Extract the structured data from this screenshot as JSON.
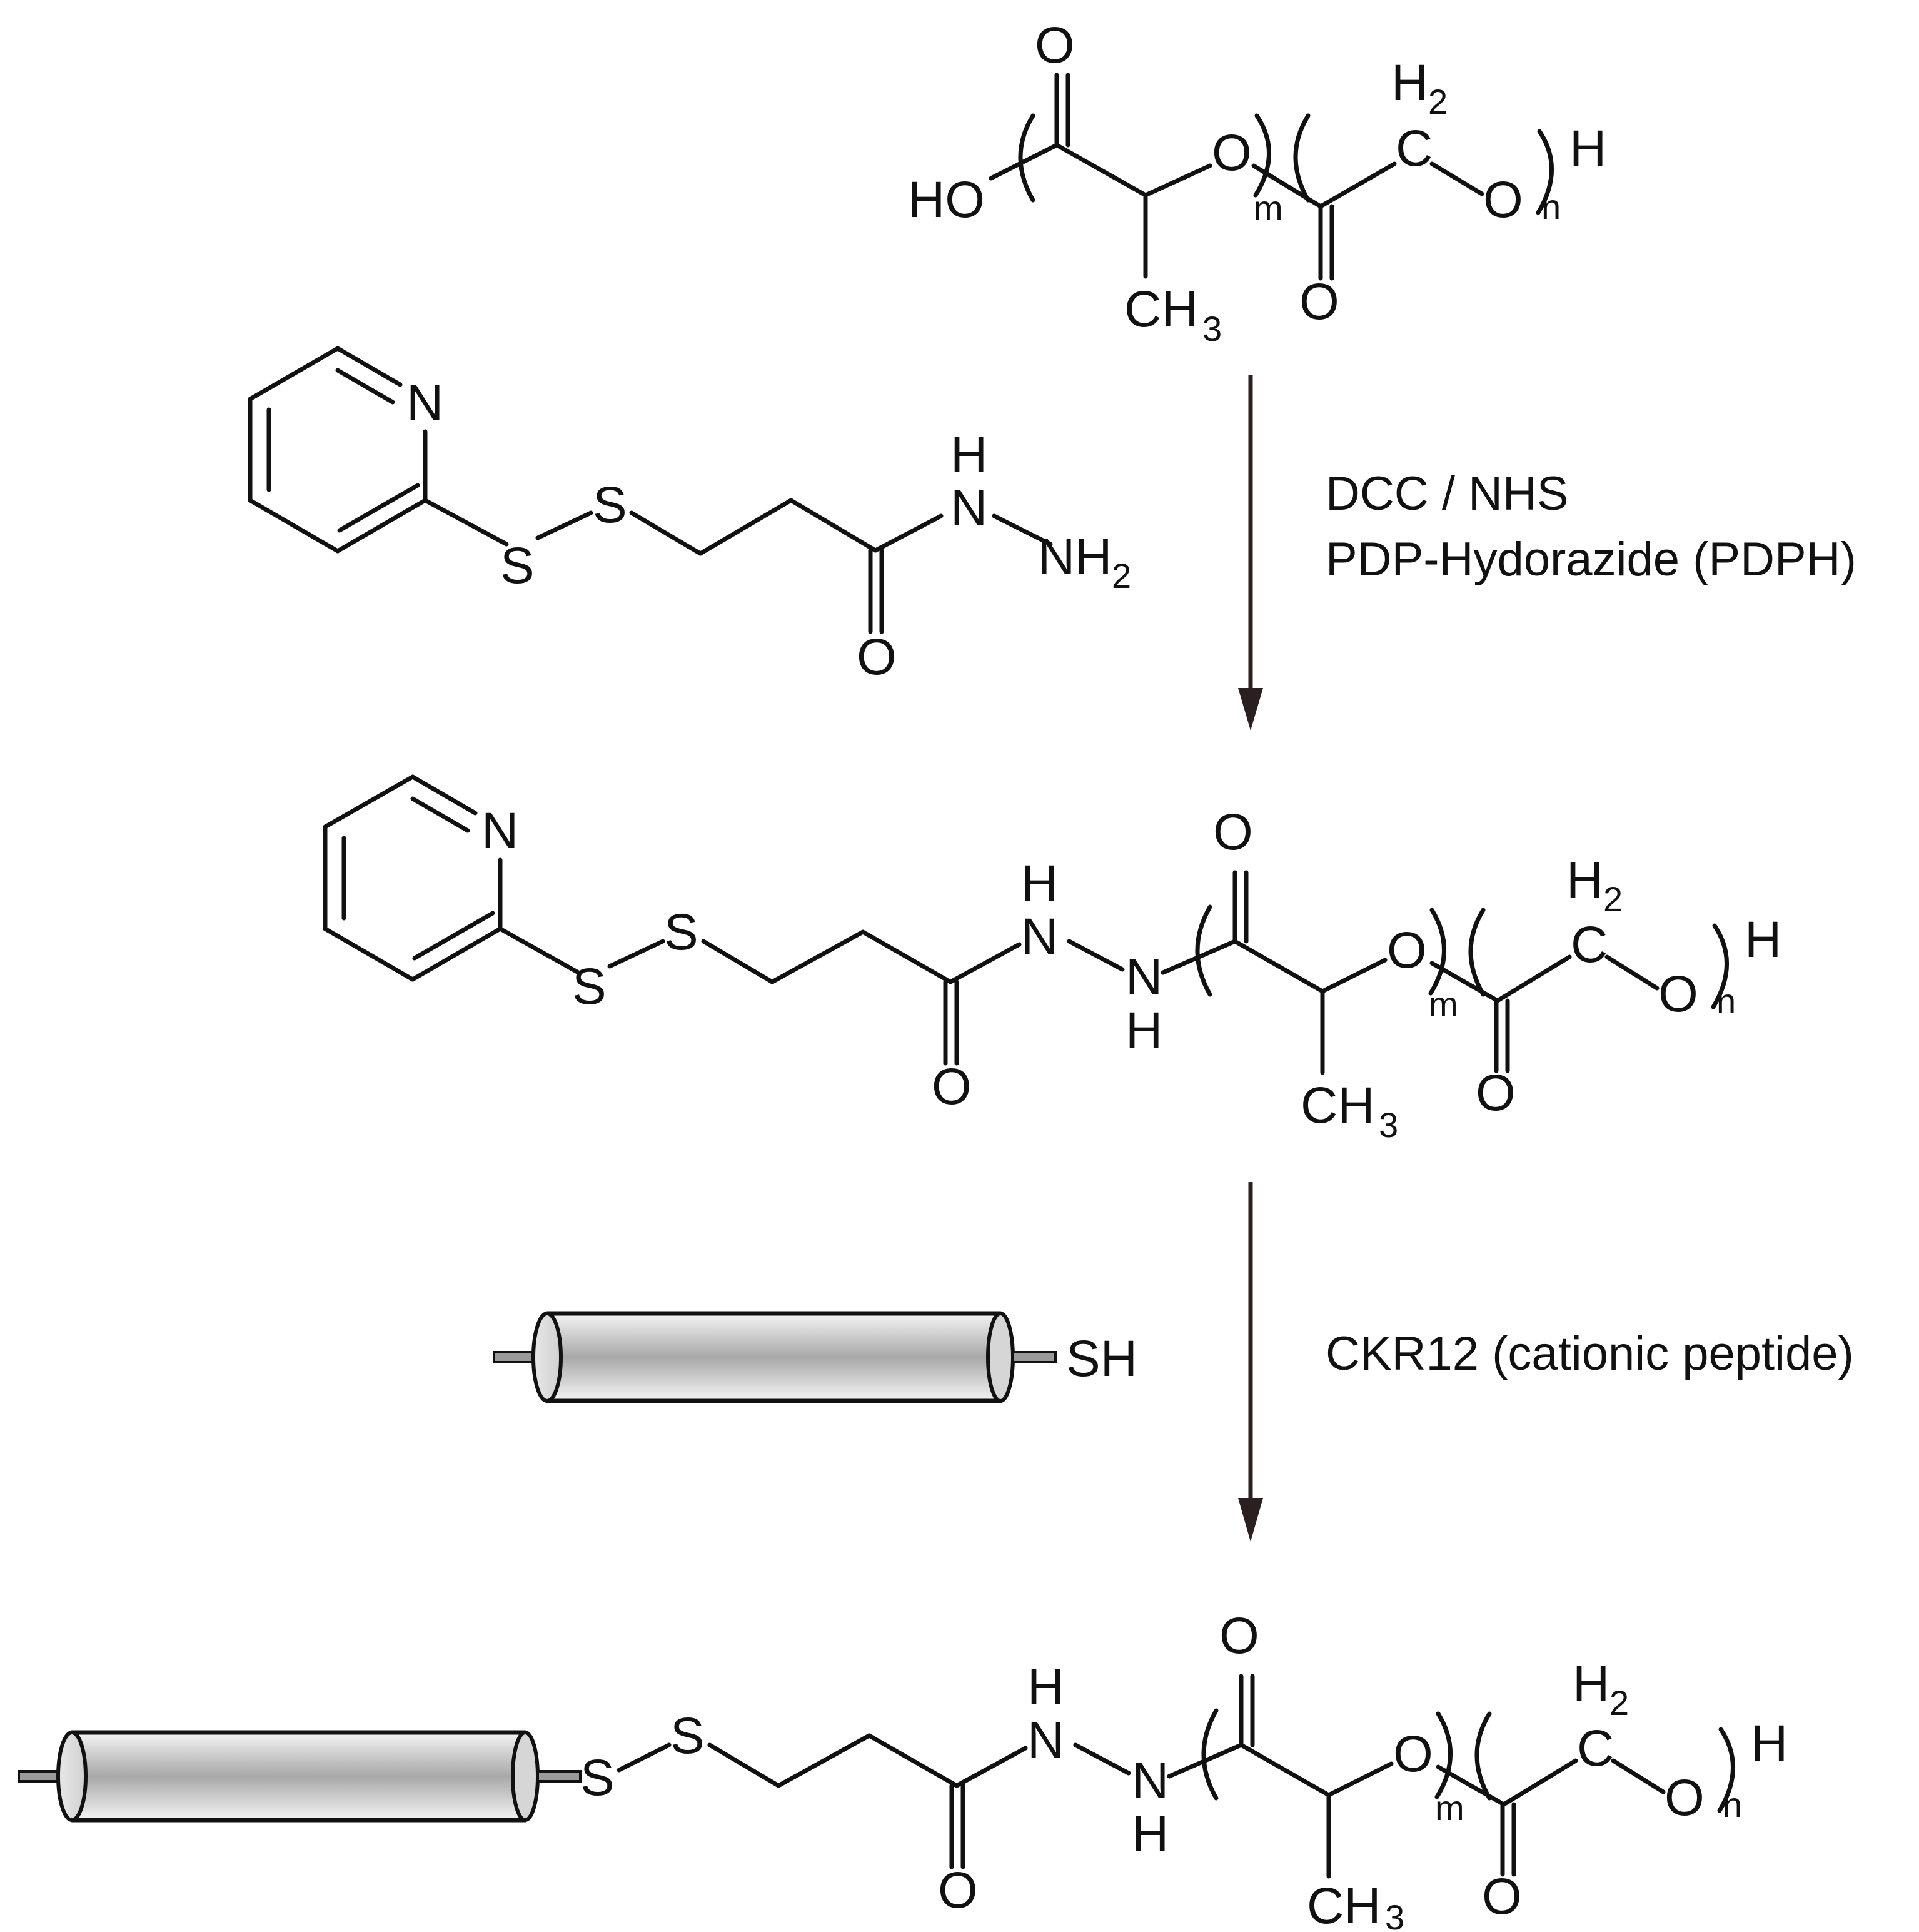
{
  "atoms": {
    "oxygen": "O",
    "nitrogen": "N",
    "sulfur": "S",
    "hydrogen": "H",
    "carbon": "C",
    "hydroxyl": "HO",
    "methyl": "CH",
    "methyl_sub": "3",
    "nh2": "NH",
    "h2": "H",
    "two_sub": "2",
    "thiol": "SH",
    "repeat_m": "m",
    "repeat_n": "n"
  },
  "conditions": {
    "step1_line1": "DCC / NHS",
    "step1_line2": "PDP-Hydorazide (PDPH)",
    "step2": "CKR12 (cationic peptide)"
  },
  "colors": {
    "bonds": "#111111",
    "arrows": "#2a2020",
    "peptide_fill_light": "#f2f2f2",
    "peptide_fill_dark": "#a6a6a6"
  }
}
